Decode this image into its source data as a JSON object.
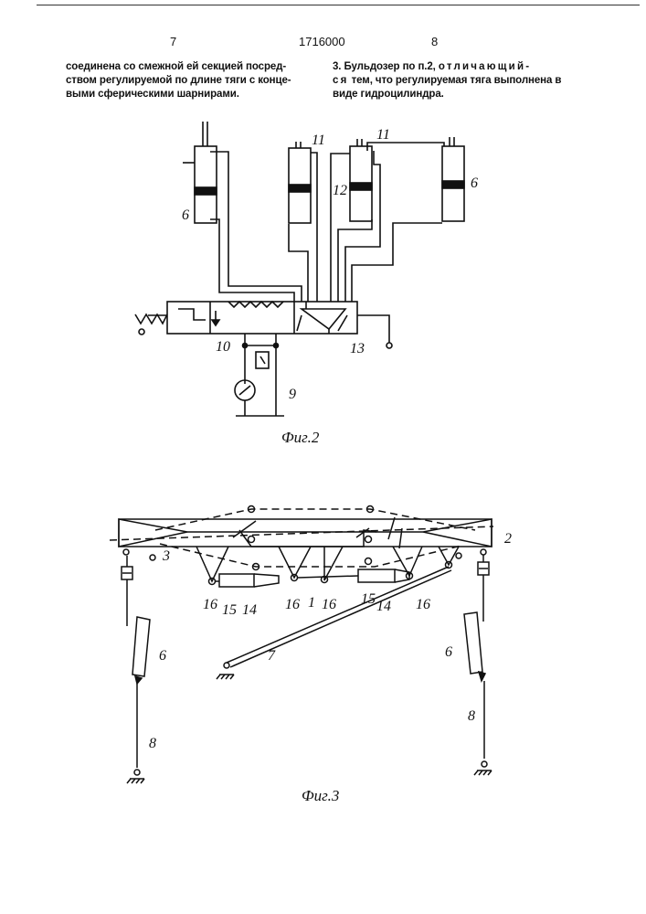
{
  "header": {
    "page_left": "7",
    "patent_number": "1716000",
    "page_right": "8"
  },
  "left_column": [
    "соединена со смежной ей секцией посред-",
    "ством регулируемой по длине тяги с конце-",
    "выми сферическими шарнирами."
  ],
  "right_column": {
    "line1": "3. Бульдозер по п.2,",
    "line1_spaced": "отличающий-",
    "line2_spaced": "ся",
    "line2": "тем, что регулируемая тяга выполнена в",
    "line3": "виде гидроцилиндра."
  },
  "figure2": {
    "caption": "Фиг.2",
    "labels": {
      "l6a": "6",
      "l6b": "6",
      "l11a": "11",
      "l11b": "11",
      "l12": "12",
      "l10": "10",
      "l13": "13",
      "l9": "9"
    }
  },
  "figure3": {
    "caption": "Фиг.3",
    "labels": {
      "l2": "2",
      "l3": "3",
      "l1": "1",
      "l14a": "14",
      "l14b": "14",
      "l15a": "15",
      "l15b": "15",
      "l16a": "16",
      "l16b": "16",
      "l16c": "16",
      "l16d": "16",
      "l6a": "6",
      "l6b": "6",
      "l7": "7",
      "l8a": "8",
      "l8b": "8"
    }
  }
}
